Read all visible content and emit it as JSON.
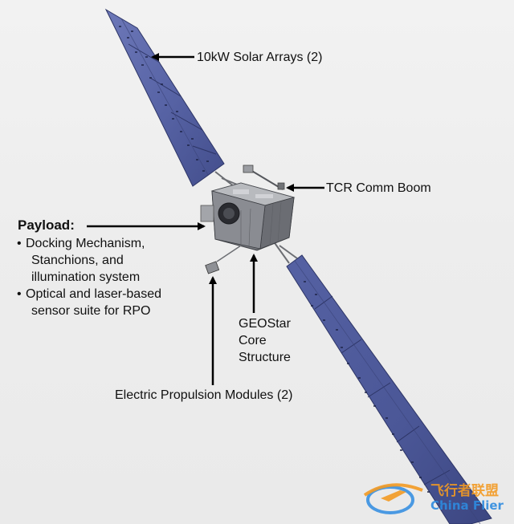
{
  "labels": {
    "solar_arrays": "10kW Solar Arrays (2)",
    "tcr_boom": "TCR Comm Boom",
    "payload_title": "Payload:",
    "payload_items": [
      "Docking Mechanism,",
      "Stanchions, and",
      "illumination system",
      "Optical and laser-based",
      "sensor suite for RPO"
    ],
    "core_structure": [
      "GEOStar",
      "Core",
      "Structure"
    ],
    "propulsion": "Electric Propulsion Modules (2)"
  },
  "watermark": {
    "cn_text": "飞行者联盟",
    "en_text": "China Flier"
  },
  "colors": {
    "panel_blue": "#5a66a8",
    "panel_dark": "#3d477f",
    "body_gray": "#8d8f95",
    "watermark_orange": "#f39a22",
    "watermark_blue": "#2e8be0"
  }
}
